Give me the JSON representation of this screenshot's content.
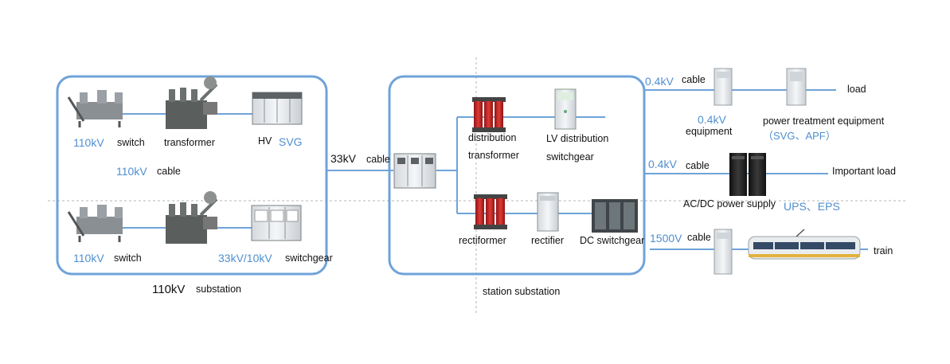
{
  "colors": {
    "line_blue": "#6fa3d9",
    "box_blue": "#6fa3d9",
    "divider": "#b5b5b5",
    "voltage_text": "#4f8fd0",
    "transformer_red": "#c9282a",
    "cabinet_gray": "#e6e9ec",
    "dark_cabinet": "#1c1c1c"
  },
  "substation_110": {
    "label_voltage": "110kV",
    "label_name": "substation",
    "top_row": {
      "switch_voltage": "110kV",
      "switch_label": "switch",
      "transformer_label": "transformer",
      "hv_label": "HV",
      "svg_label": "SVG"
    },
    "cable_voltage": "110kV",
    "cable_label": "cable",
    "bottom_row": {
      "switch_voltage": "110kV",
      "switch_label": "switch",
      "switchgear_voltage": "33kV/10kV",
      "switchgear_label": "switchgear"
    }
  },
  "link_33": {
    "voltage": "33kV",
    "label": "cable"
  },
  "station": {
    "label": "station substation",
    "distribution_transformer": [
      "distribution",
      "transformer"
    ],
    "lv_switchgear": [
      "LV distribution",
      "switchgear"
    ],
    "rectiformer": "rectiformer",
    "rectifier": "rectifier",
    "dc_switchgear": "DC switchgear"
  },
  "branch_04a": {
    "voltage": "0.4kV",
    "cable": "cable",
    "equipment_voltage": "0.4kV",
    "equipment_label": "equipment",
    "power_treatment": "power treatment equipment",
    "power_treatment_types": "（SVG、APF）",
    "load": "load"
  },
  "branch_04b": {
    "voltage": "0.4kV",
    "cable": "cable",
    "supply_label": "AC/DC power supply",
    "supply_types": "UPS、EPS",
    "load": "Important load"
  },
  "branch_1500": {
    "voltage": "1500V",
    "cable": "cable",
    "train": "train"
  }
}
